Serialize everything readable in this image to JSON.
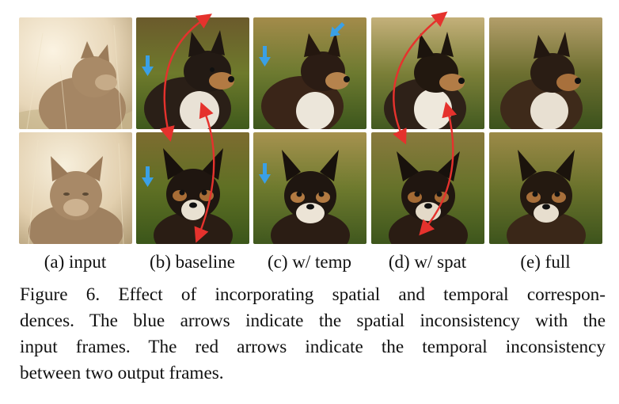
{
  "columns": [
    {
      "label": "(a) input"
    },
    {
      "label": "(b) baseline"
    },
    {
      "label": "(c) w/ temp"
    },
    {
      "label": "(d) w/ spat"
    },
    {
      "label": "(e) full"
    }
  ],
  "caption": {
    "line1": "Figure 6. Effect of incorporating spatial and temporal correspon-",
    "line2": "dences. The blue arrows indicate the spatial inconsistency with the",
    "line3": "input frames. The red arrows indicate the temporal inconsistency",
    "line4": "between two output frames."
  },
  "colors": {
    "spatial_arrow": "#3aa0e6",
    "temporal_arrow": "#e5322d"
  }
}
